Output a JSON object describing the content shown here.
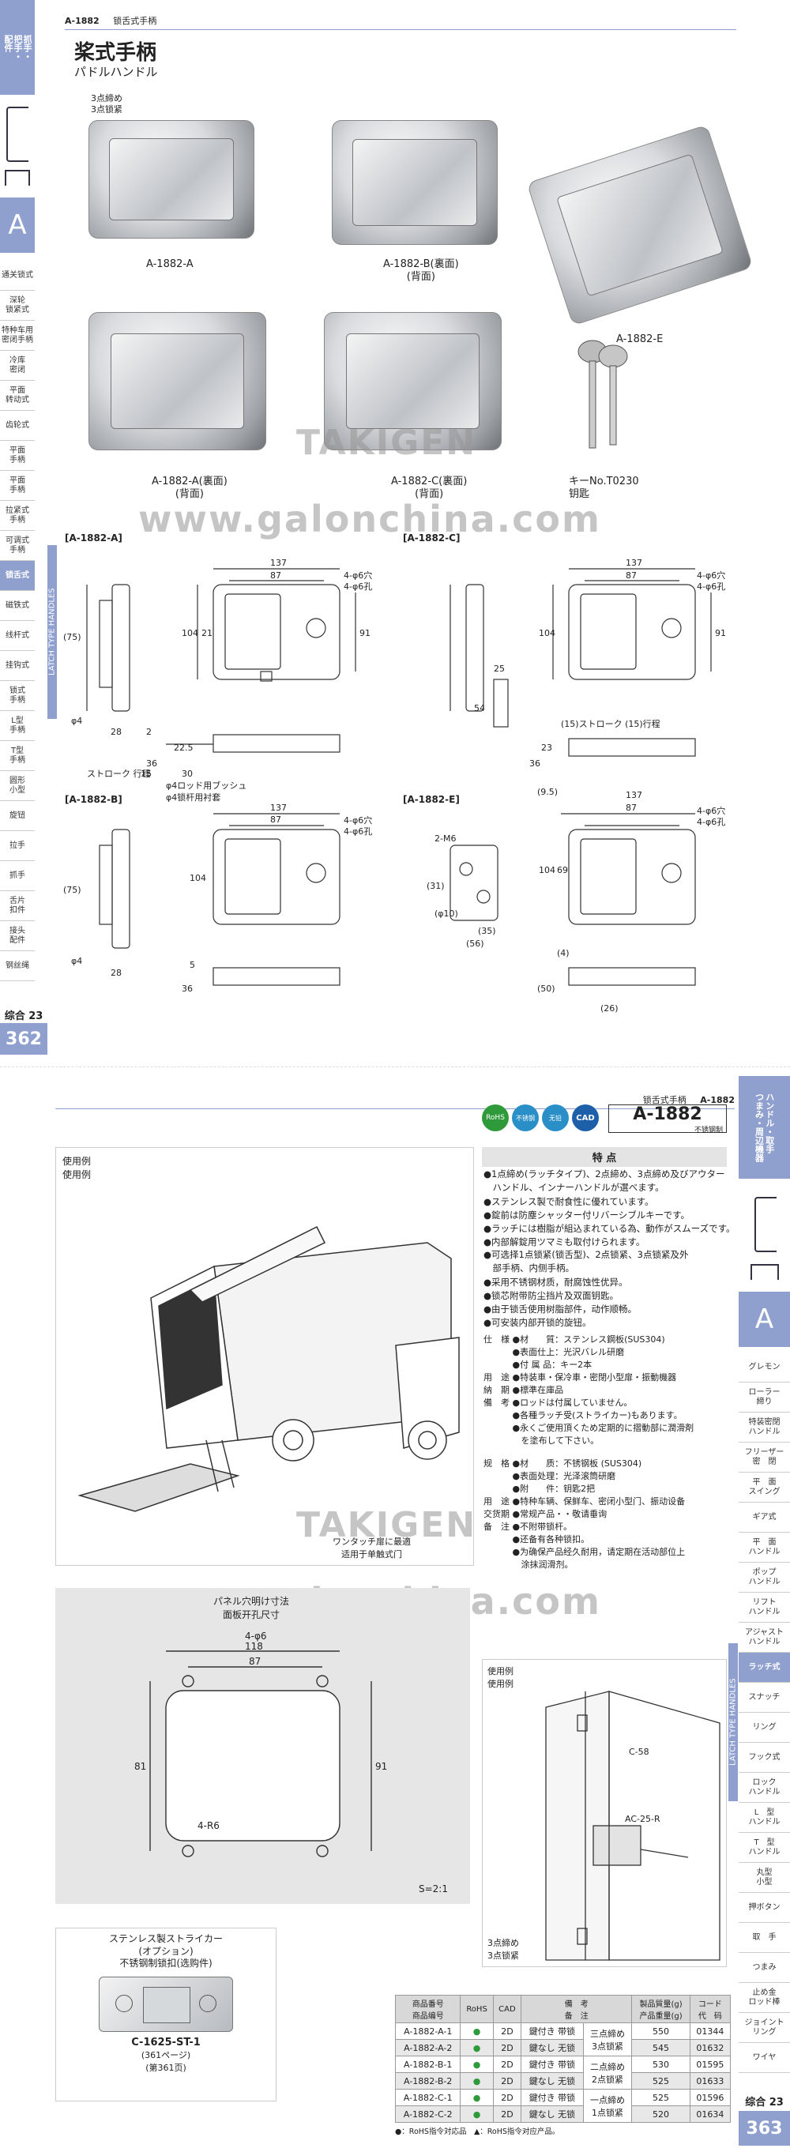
{
  "top_page": {
    "header_code": "A-1882",
    "header_cat": "锁舌式手柄",
    "side_tab_title": "抓手・\n把手・\n配件",
    "title": "桨式手柄",
    "subtitle": "パドルハンドル",
    "letter": "A",
    "sidebar_items": [
      "通关锁式",
      "深轮\n锁紧式",
      "特种车用\n密闭手柄",
      "冷库\n密闭",
      "平面\n转动式",
      "齿轮式",
      "平面\n手柄",
      "平面\n手柄",
      "拉紧式\n手柄",
      "可调式\n手柄",
      "锁舌式",
      "磁铁式",
      "线杆式",
      "挂钩式",
      "锁式\n手柄",
      "L型\n手柄",
      "T型\n手柄",
      "圆形\n小型",
      "旋钮",
      "拉手",
      "抓手",
      "舌片\n扣件",
      "接头\n配件",
      "钢丝绳"
    ],
    "active_item": "锁舌式",
    "vertical_tab": "LATCH TYPE HANDLES",
    "footer_section": "综合 23",
    "page_number": "362",
    "photo_captions": {
      "a": "A-1882-A",
      "b": "A-1882-B(裏面)\n(背面)",
      "e": "A-1882-E",
      "a_back": "A-1882-A(裏面)\n(背面)",
      "c_back": "A-1882-C(裏面)\n(背面)",
      "key": "キーNo.T0230\n钥匙",
      "lock_point": "3点締め\n3点锁紧"
    },
    "drawing_labels": {
      "a": "[A-1882-A]",
      "c": "[A-1882-C]",
      "b": "[A-1882-B]",
      "e": "[A-1882-E]"
    },
    "dims": {
      "w137": "137",
      "w87": "87",
      "h104": "104",
      "h91": "91",
      "h21": "21",
      "hole6a": "4-φ6穴",
      "hole6b": "4-φ6孔",
      "d28": "28",
      "d4": "φ4",
      "d75": "(75)",
      "d15": "15",
      "stroke": "ストローク\n行程",
      "d36": "36",
      "d2": "2",
      "d225": "22.5",
      "d30": "30",
      "rod_bush": "φ4ロッド用ブッシュ",
      "rod_sleeve": "φ4锁杆用衬套",
      "d25": "25",
      "d54": "54",
      "d23": "23",
      "d95": "(9.5)",
      "m6": "2-M6",
      "d31": "(31)",
      "d10": "(φ10)",
      "d35": "(35)",
      "d56": "(56)",
      "d69": "69",
      "d4p": "(4)",
      "d50": "(50)",
      "d26": "(26)",
      "stroke15": "(15)ストローク\n(15)行程",
      "stroke15b": "ストローク(15)\n行程",
      "d5": "5"
    }
  },
  "watermark": {
    "brand": "TAKIGEN",
    "url": "www.galonchina.com"
  },
  "bottom_page": {
    "header_cat": "锁舌式手柄",
    "header_code": "A-1882",
    "side_tab_title": "ハンドル・取手\nつまみ・周辺機器",
    "letter": "A",
    "badges": [
      "RoHS",
      "不锈钢",
      "无铅",
      "CAD"
    ],
    "model_code": "A-1882",
    "model_material": "不锈钢制",
    "features_title": "特 点",
    "features_ja": "●1点締め(ラッチタイプ)、2点締め、3点締め及びアウター\n　ハンドル、インナーハンドルが選べます。\n●ステンレス製で耐食性に優れています。\n●錠前は防塵シャッター付リバーシブルキーです。\n●ラッチには樹脂が組込まれている為、動作がスムーズです。\n●内部解錠用ツマミも取付けられます。",
    "features_cn": "●可选择1点锁紧(锁舌型)、2点锁紧、3点锁紧及外\n　部手柄、内侧手柄。\n●采用不锈钢材质，耐腐蚀性优异。\n●锁芯附带防尘挡片及双面钥匙。\n●由于锁舌使用树脂部件，动作顺畅。\n●可安装内部开锁的旋钮。",
    "spec_ja": "仕　様 ●材　　質：ステンレス鋼板(SUS304)\n　　　 ●表面仕上：光沢バレル研磨\n　　　 ●付 属 品：キー2本\n用　途 ●特装車・保冷車・密閉小型扉・振動機器\n納　期 ●標準在庫品\n備　考 ●ロッドは付属していません。\n　　　 ●各種ラッチ受(ストライカー)もあります。\n　　　 ●永くご使用頂くため定期的に摺動部に潤滑剤\n　　　 　を塗布して下さい。",
    "spec_cn": "规　格 ●材　　质：不锈钢板 (SUS304)\n　　　 ●表面处理：光泽滚筒研磨\n　　　 ●附　　件：钥匙2把\n用　途 ●特种车辆、保鲜车、密闭小型门、振动设备\n交货期 ●常规产品・・敬请垂询\n备　注 ●不附带锁杆。\n　　　 ●还备有各种锁扣。\n　　　 ●为确保产品经久耐用，请定期在活动部位上\n　　　 　涂抹润滑剂。",
    "usage_title": "使用例\n使用例",
    "truck_caption": "ワンタッチ扉に最適\n适用于单触式门",
    "panel_title": "パネル穴明け寸法\n面板开孔尺寸",
    "panel_dims": {
      "holes": "4-φ6",
      "w118": "118",
      "w87": "87",
      "h81": "81",
      "h91": "91",
      "r6": "4-R6",
      "scale": "S=2:1"
    },
    "usage2_title": "使用例\n使用例",
    "usage2_labels": {
      "c58": "C-58",
      "ac25": "AC-25-R",
      "lock3": "3点締め\n3点锁紧"
    },
    "striker_title": "ステンレス製ストライカー\n(オプション)\n不锈钢制锁扣(选购件)",
    "striker_code": "C-1625-ST-1",
    "striker_ref": "(361ページ)\n(第361页)",
    "sidebar_items": [
      "グレモン",
      "ローラー\n締り",
      "特装密閉\nハンドル",
      "フリーザー\n密　閉",
      "平　面\nスイング",
      "ギア式",
      "平　面\nハンドル",
      "ポップ\nハンドル",
      "リフト\nハンドル",
      "アジャスト\nハンドル",
      "ラッチ式",
      "スナッチ",
      "リング",
      "フック式",
      "ロック\nハンドル",
      "L　型\nハンドル",
      "T　型\nハンドル",
      "丸型\n小型",
      "押ボタン",
      "取　手",
      "つまみ",
      "止め金\nロッド棒",
      "ジョイント\nリング",
      "ワイヤ"
    ],
    "active_item": "ラッチ式",
    "vertical_tab": "LATCH TYPE HANDLES",
    "footer_section": "综合 23",
    "page_number": "363",
    "table": {
      "headers": [
        "商品番号\n商品编号",
        "RoHS",
        "CAD",
        "備　考\n备　注",
        "",
        "製品質量(g)\n产品重量(g)",
        "コード\n代　码"
      ],
      "rows": [
        [
          "A-1882-A-1",
          "●",
          "2D",
          "鍵付き 带锁",
          "三点締め\n3点锁紧",
          "550",
          "01344"
        ],
        [
          "A-1882-A-2",
          "●",
          "2D",
          "鍵なし 无锁",
          "",
          "545",
          "01632"
        ],
        [
          "A-1882-B-1",
          "●",
          "2D",
          "鍵付き 带锁",
          "二点締め\n2点锁紧",
          "530",
          "01595"
        ],
        [
          "A-1882-B-2",
          "●",
          "2D",
          "鍵なし 无锁",
          "",
          "525",
          "01633"
        ],
        [
          "A-1882-C-1",
          "●",
          "2D",
          "鍵付き 带锁",
          "一点締め\n1点锁紧",
          "525",
          "01596"
        ],
        [
          "A-1882-C-2",
          "●",
          "2D",
          "鍵なし 无锁",
          "",
          "520",
          "01634"
        ]
      ],
      "footnote": "●：RoHS指令対応品　▲：RoHS指令对应产品。"
    }
  }
}
